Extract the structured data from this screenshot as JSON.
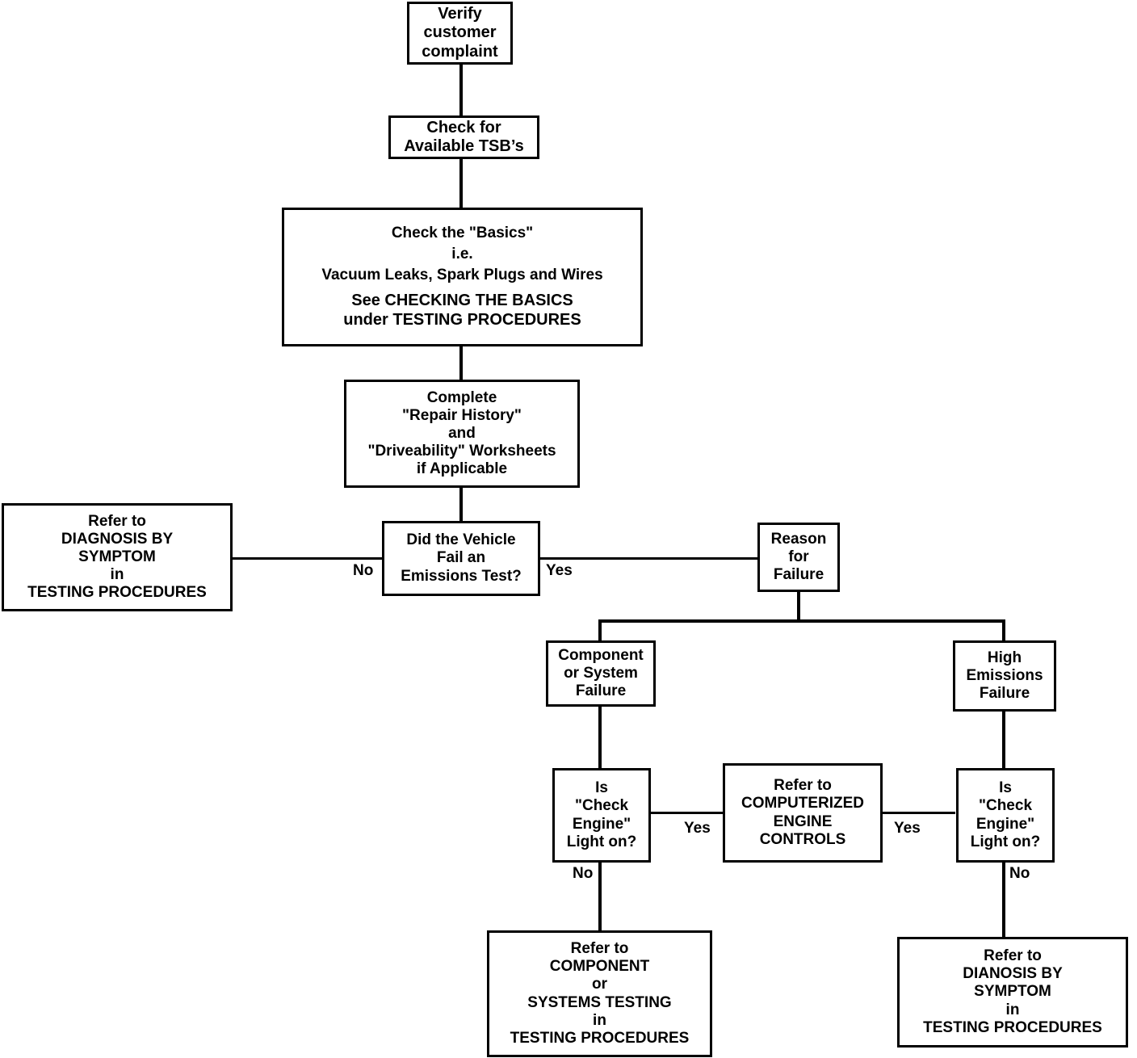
{
  "diagram": {
    "title": "Emissions Diagnostic Flowchart",
    "line_color": "#000000",
    "box_fill": "#ffffff",
    "text_color": "#000000"
  },
  "nodes": {
    "verify": {
      "lines": [
        "Verify",
        "customer",
        "complaint"
      ]
    },
    "tsb": {
      "lines": [
        "Check for",
        "Available TSB’s"
      ]
    },
    "basics": {
      "lines": [
        "Check the \"Basics\"",
        "i.e.",
        "Vacuum Leaks, Spark Plugs and Wires",
        "See CHECKING THE BASICS",
        "under TESTING PROCEDURES"
      ]
    },
    "worksheets": {
      "lines": [
        "Complete",
        "\"Repair History\"",
        "and",
        "\"Driveability\" Worksheets",
        "if Applicable"
      ]
    },
    "emissions_test": {
      "lines": [
        "Did the Vehicle",
        "Fail an",
        "Emissions Test?"
      ]
    },
    "refer_symptom_left": {
      "lines": [
        "Refer to",
        "DIAGNOSIS BY",
        "SYMPTOM",
        "in",
        "TESTING PROCEDURES"
      ]
    },
    "reason_for_failure": {
      "lines": [
        "Reason",
        "for",
        "Failure"
      ]
    },
    "component_failure": {
      "lines": [
        "Component",
        "or System",
        "Failure"
      ]
    },
    "high_emissions_failure": {
      "lines": [
        "High",
        "Emissions",
        "Failure"
      ]
    },
    "check_engine_left": {
      "lines": [
        "Is",
        "\"Check",
        "Engine\"",
        "Light on?"
      ]
    },
    "check_engine_right": {
      "lines": [
        "Is",
        "\"Check",
        "Engine\"",
        "Light on?"
      ]
    },
    "computerized_controls": {
      "lines": [
        "Refer to",
        "COMPUTERIZED",
        "ENGINE",
        "CONTROLS"
      ]
    },
    "refer_component_testing": {
      "lines": [
        "Refer to",
        "COMPONENT",
        "or",
        "SYSTEMS TESTING",
        "in",
        "TESTING PROCEDURES"
      ]
    },
    "refer_dianosis_symptom": {
      "lines": [
        "Refer to",
        "DIANOSIS BY",
        "SYMPTOM",
        "in",
        "TESTING PROCEDURES"
      ]
    }
  },
  "edge_labels": {
    "emissions_no": "No",
    "emissions_yes": "Yes",
    "left_engine_yes": "Yes",
    "right_engine_yes": "Yes",
    "left_engine_no": "No",
    "right_engine_no": "No"
  }
}
